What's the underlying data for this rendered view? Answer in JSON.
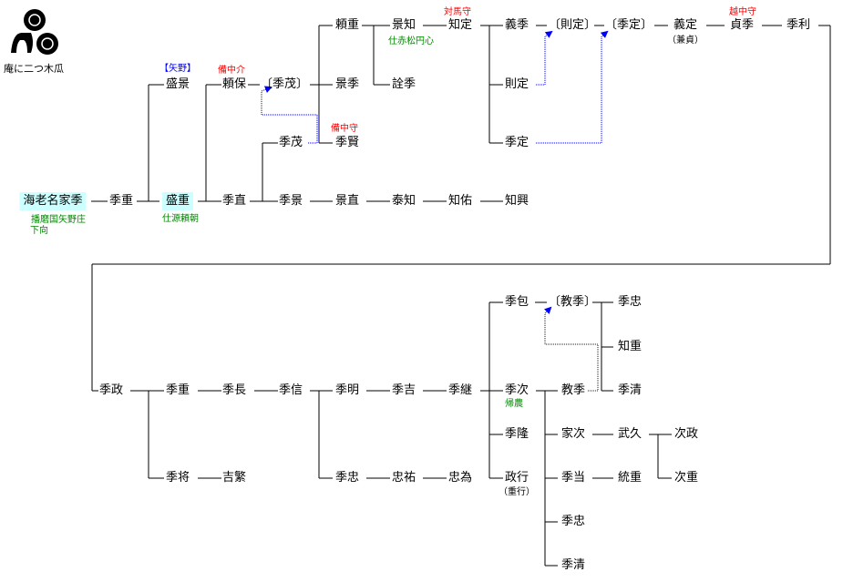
{
  "crest": {
    "caption": "庵に二つ木瓜"
  },
  "top": {
    "ieasue": "海老名家季",
    "ieasue_note1": "播磨国矢野庄",
    "ieasue_note2": "下向",
    "sueshige1": "季重",
    "morishige": "盛重",
    "morishige_note": "仕源頼朝",
    "morikage": "盛景",
    "morikage_note": "【矢野】",
    "yoriyasu": "頼保",
    "yoriyasu_title": "備中介",
    "suenao": "季直",
    "suemochi_adopt": "〔季茂〕",
    "suemochi": "季茂",
    "suekage": "季景",
    "yorishige": "頼重",
    "kagesue": "景季",
    "suekata": "季賢",
    "suekata_title": "備中守",
    "kagenao": "景直",
    "kagetomo": "景知",
    "kagetomo_note": "仕赤松円心",
    "akisue": "詮季",
    "yasutomo": "泰知",
    "tomosada": "知定",
    "tomosada_title": "対馬守",
    "tomosuke": "知佑",
    "tomooki": "知興",
    "yoshisue": "義季",
    "norisada": "則定",
    "suesada": "季定",
    "norisada_adopt": "〔則定〕",
    "suesada_adopt": "〔季定〕",
    "yoshisada": "義定",
    "yoshisada_note": "（兼貞）",
    "sadasue": "貞季",
    "sadasue_title": "越中守",
    "suetoshi": "季利"
  },
  "bottom": {
    "suemasa": "季政",
    "sueshige2": "季重",
    "suemasa2": "季将",
    "yoshishige": "吉繁",
    "suenaga": "季長",
    "suenobu": "季信",
    "sueaki": "季明",
    "suetada1": "季忠",
    "tadasuke": "忠祐",
    "tadatame": "忠為",
    "sueyoshi": "季吉",
    "suetsugu": "季継",
    "suekane": "季包",
    "suetsugi": "季次",
    "suetsugi_note": "帰農",
    "suetaka": "季隆",
    "masayuki": "政行",
    "masayuki_note": "（重行）",
    "norisue_adopt": "〔教季〕",
    "norisue": "教季",
    "ietsugu": "家次",
    "sueatsu": "季当",
    "suetada2": "季忠",
    "suekiyo1": "季清",
    "suetada3": "季忠",
    "tomoshige": "知重",
    "suekiyo2": "季清",
    "takehisa": "武久",
    "muneshige": "統重",
    "tsugumasa": "次政",
    "tsugushige": "次重"
  },
  "colors": {
    "title": "#ff0000",
    "note": "#008000",
    "adopt_arrow": "#0000ff",
    "highlight": "#ccffff"
  }
}
